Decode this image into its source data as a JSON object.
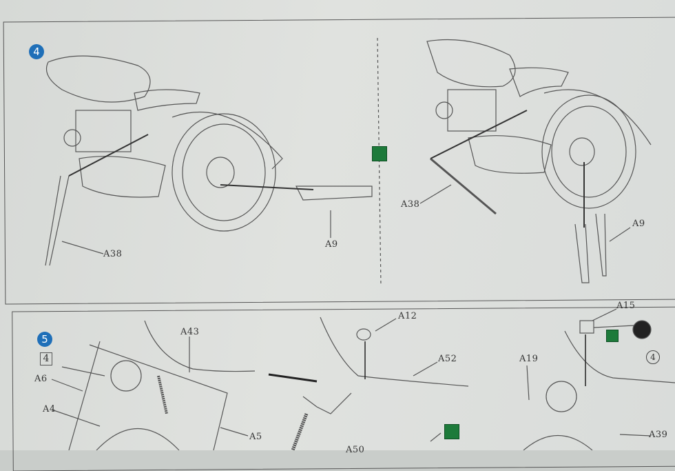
{
  "step4": {
    "number": "4",
    "labels_left": {
      "a38": "A38",
      "a9": "A9"
    },
    "labels_right": {
      "a38": "A38",
      "a9": "A9"
    }
  },
  "step5": {
    "number": "5",
    "ref_box": "4",
    "labels": {
      "a6": "A6",
      "a4": "A4",
      "a43": "A43",
      "a5": "A5",
      "a12": "A12",
      "a52": "A52",
      "a50": "A50",
      "a15": "A15",
      "a19": "A19",
      "a39": "A39"
    },
    "ref_circle": "4"
  },
  "colors": {
    "step_badge": "#1f6fb8",
    "glue_icon": "#1d7a3a"
  }
}
